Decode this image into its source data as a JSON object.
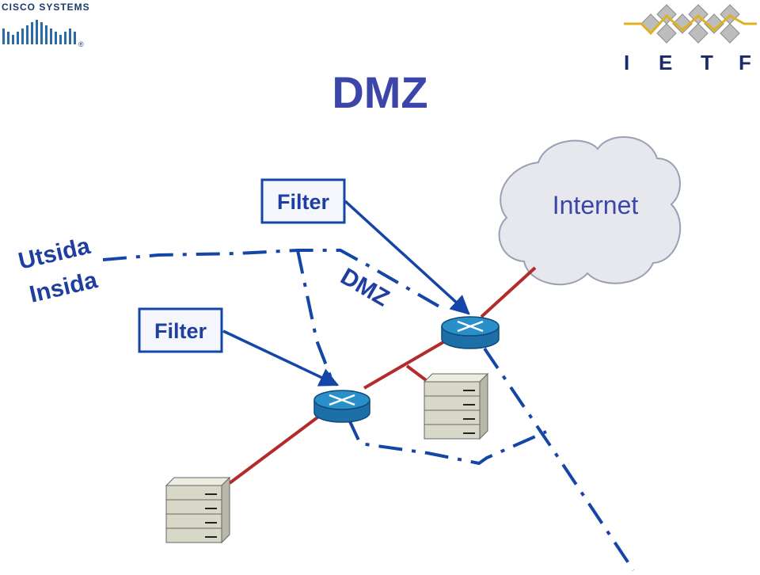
{
  "logos": {
    "cisco": {
      "wordmark": "Cisco Systems",
      "registered": "®"
    },
    "ietf": {
      "letters": [
        "I",
        "E",
        "T",
        "F"
      ]
    }
  },
  "title": "DMZ",
  "labels": {
    "utsida": "Utsida",
    "insida": "Insida",
    "filter_top": "Filter",
    "filter_left": "Filter",
    "dmz_zone": "DMZ",
    "internet": "Internet"
  },
  "colors": {
    "title": "#3b46a8",
    "label_blue": "#1f3fa0",
    "dash_line": "#1446a8",
    "link_line": "#b32b2b",
    "router": "#2a8fc8",
    "server": "#d8d8c8",
    "cloud": "#e6e8ee"
  }
}
